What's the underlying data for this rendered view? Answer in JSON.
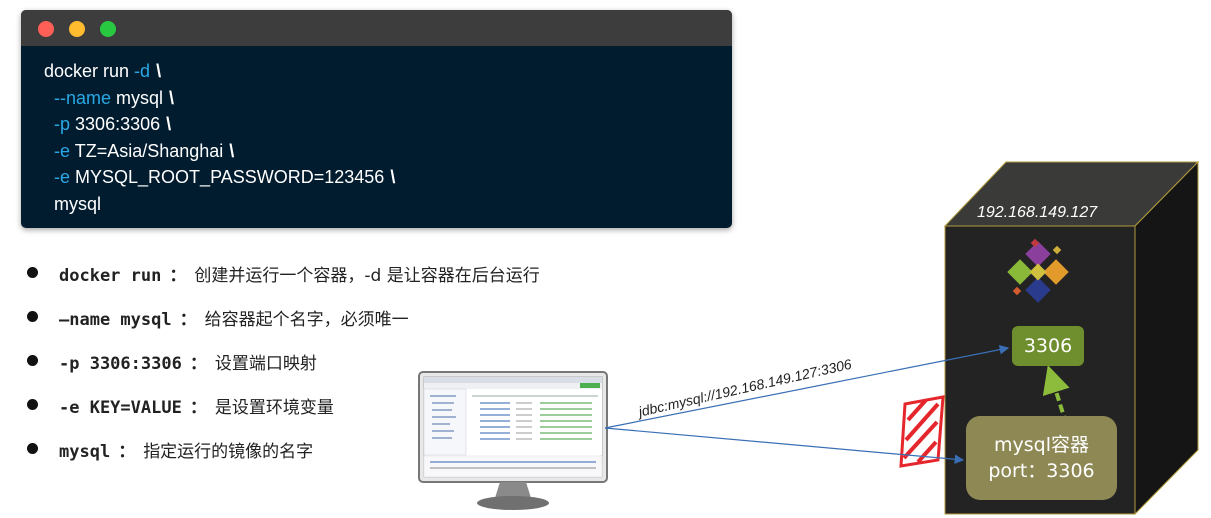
{
  "terminal": {
    "lines": [
      {
        "indent": "",
        "flag": "",
        "text": "docker run ",
        "flag_after": "-d",
        "continuation": "\\"
      },
      {
        "indent": "  ",
        "flag": "--name",
        "text": " mysql",
        "flag_after": "",
        "continuation": "\\"
      },
      {
        "indent": "  ",
        "flag": "-p",
        "text": " 3306:3306",
        "flag_after": "",
        "continuation": "\\"
      },
      {
        "indent": "  ",
        "flag": "-e",
        "text": " TZ=Asia/Shanghai",
        "flag_after": "",
        "continuation": "\\"
      },
      {
        "indent": "  ",
        "flag": "-e",
        "text": " MYSQL_ROOT_PASSWORD=123456",
        "flag_after": "",
        "continuation": "\\"
      },
      {
        "indent": "  ",
        "flag": "",
        "text": "mysql",
        "flag_after": "",
        "continuation": ""
      }
    ]
  },
  "bullets": [
    {
      "code": "docker run",
      "sep": "：",
      "desc": "创建并运行一个容器，-d 是让容器在后台运行"
    },
    {
      "code": "—name mysql",
      "sep": "：",
      "desc": "给容器起个名字，必须唯一"
    },
    {
      "code": "-p 3306:3306",
      "sep": "：",
      "desc": "设置端口映射"
    },
    {
      "code": "-e KEY=VALUE",
      "sep": "：",
      "desc": "是设置环境变量"
    },
    {
      "code": "mysql",
      "sep": "：",
      "desc": "指定运行的镜像的名字"
    }
  ],
  "diagram": {
    "host_ip": "192.168.149.127",
    "host_port": "3306",
    "container_line1": "mysql容器",
    "container_line2": "port：3306",
    "jdbc_url": "jdbc:mysql://192.168.149.127:3306"
  },
  "colors": {
    "terminal_bg": "#021c2f",
    "flag": "#29a8e6",
    "port_box": "#6f8f2e",
    "container_box": "#8e8954",
    "arrow": "#3a6fb5",
    "firewall": "#e5272d",
    "server": "#2a2a2a"
  },
  "icons": {
    "host_logo": "linux-logo-icon",
    "firewall": "firewall-icon",
    "client": "monitor-icon"
  }
}
